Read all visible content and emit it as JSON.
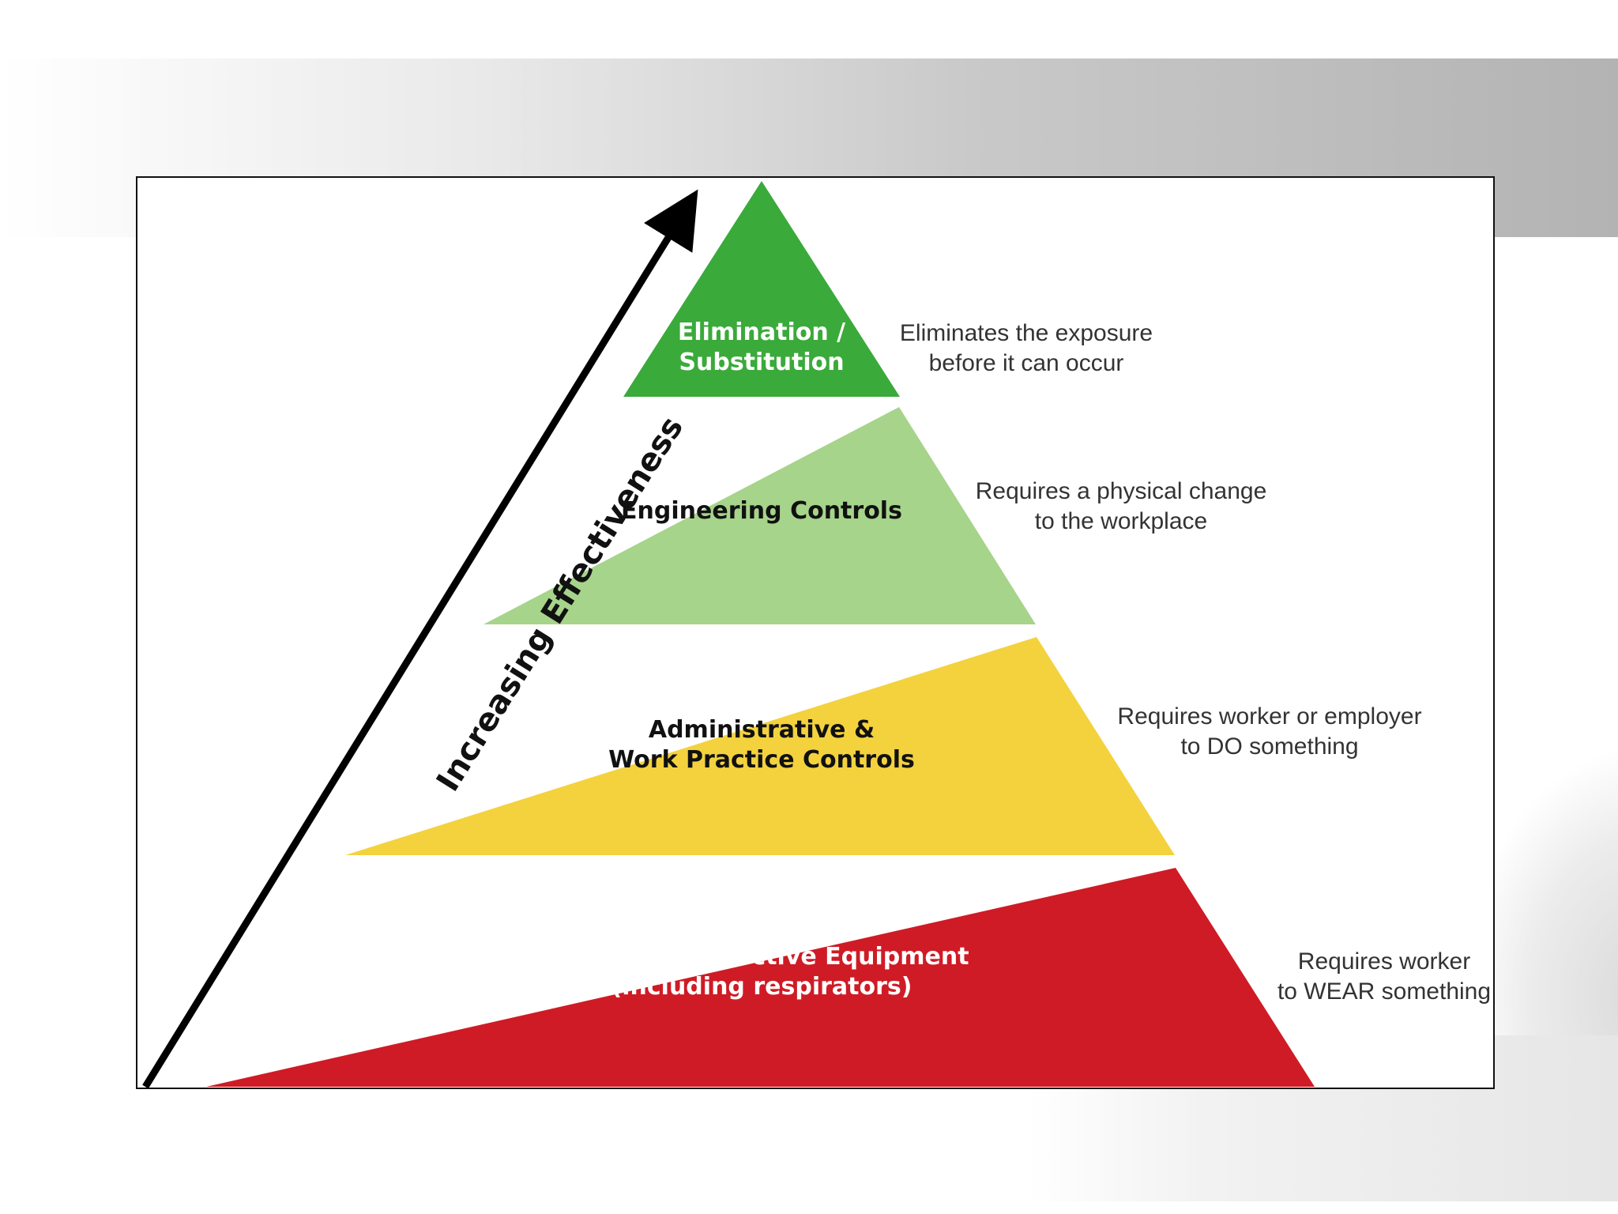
{
  "colors": {
    "elimination": "#3aaa3a",
    "engineering": "#a6d48a",
    "administrative": "#f3d23e",
    "ppe": "#cf1b25"
  },
  "diagram": {
    "axis_label": "Increasing Effectiveness",
    "tiers": [
      {
        "label_line1": "Elimination /",
        "label_line2": "Substitution",
        "desc_line1": "Eliminates the exposure",
        "desc_line2": "before it can occur"
      },
      {
        "label_line1": "Engineering Controls",
        "label_line2": "",
        "desc_line1": "Requires a physical change",
        "desc_line2": "to the workplace"
      },
      {
        "label_line1": "Administrative &",
        "label_line2": "Work Practice Controls",
        "desc_line1": "Requires worker or employer",
        "desc_line2": "to DO something"
      },
      {
        "label_line1": "Personal Protective Equipment",
        "label_line2": "(including respirators)",
        "desc_line1": "Requires worker",
        "desc_line2": "to WEAR something"
      }
    ]
  }
}
